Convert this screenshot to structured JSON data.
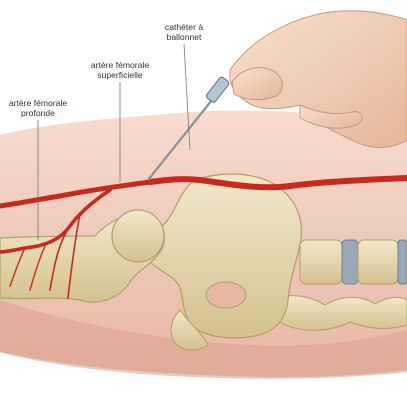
{
  "labels": {
    "catheter": {
      "line1": "cathéter à",
      "line2": "ballonnet"
    },
    "superficial_artery": {
      "line1": "artère fémorale",
      "line2": "superficielle"
    },
    "deep_artery": {
      "line1": "artère fémorale",
      "line2": "profonde"
    }
  },
  "colors": {
    "skin": "#f1cfc1",
    "bone": "#e9dcb0",
    "artery": "#c72a1c",
    "disc": "#9aa8b8",
    "hand": "#f3d4bd",
    "leader_line": "#777777"
  }
}
